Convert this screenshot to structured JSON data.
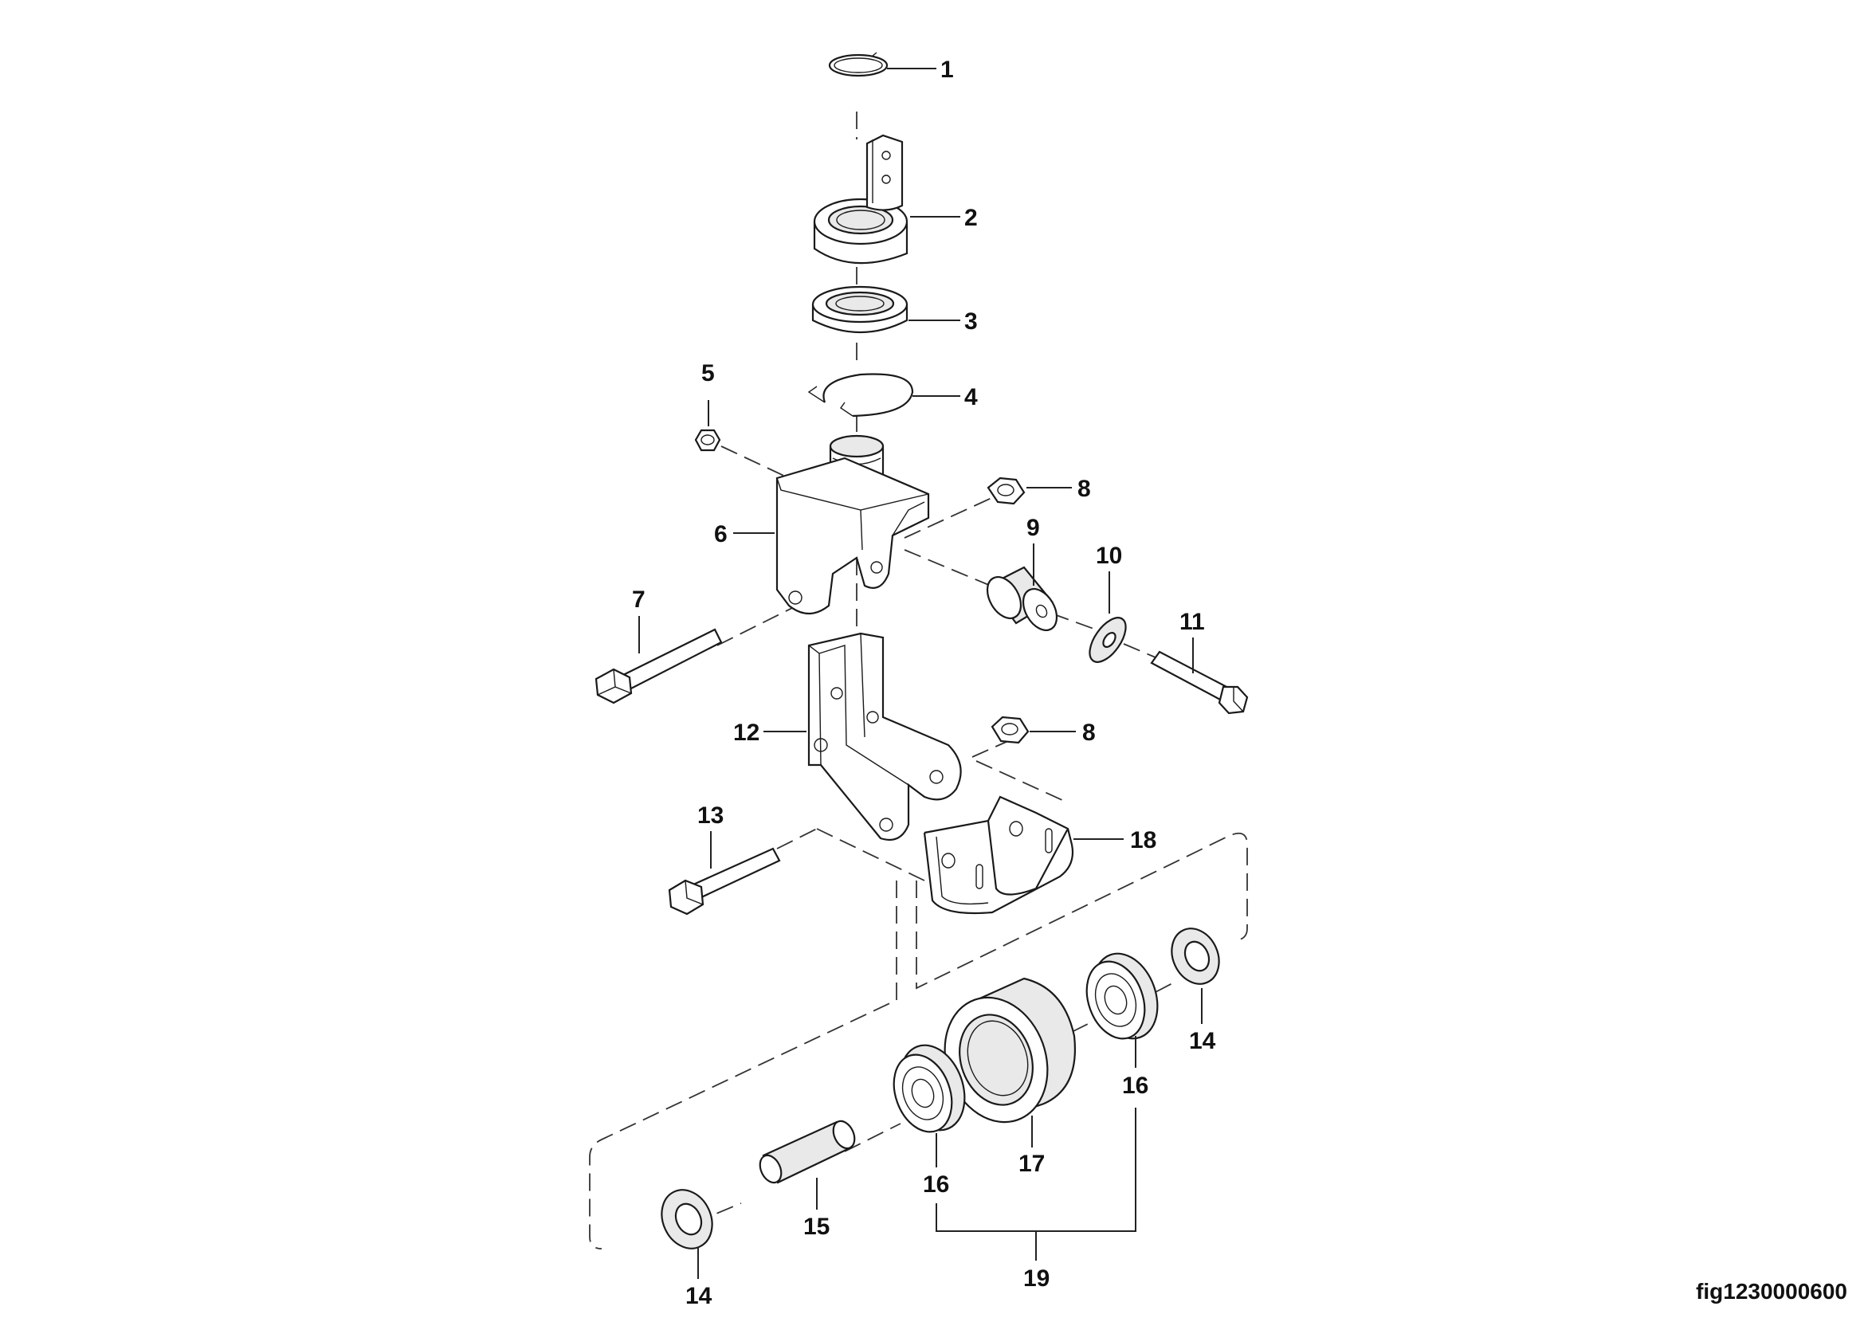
{
  "figure_id": "fig1230000600",
  "callouts": {
    "c1": "1",
    "c2": "2",
    "c3": "3",
    "c4": "4",
    "c5": "5",
    "c6": "6",
    "c7": "7",
    "c8a": "8",
    "c8b": "8",
    "c9": "9",
    "c10": "10",
    "c11": "11",
    "c12": "12",
    "c13": "13",
    "c14a": "14",
    "c14b": "14",
    "c15": "15",
    "c16a": "16",
    "c16b": "16",
    "c17": "17",
    "c18": "18",
    "c19": "19"
  }
}
